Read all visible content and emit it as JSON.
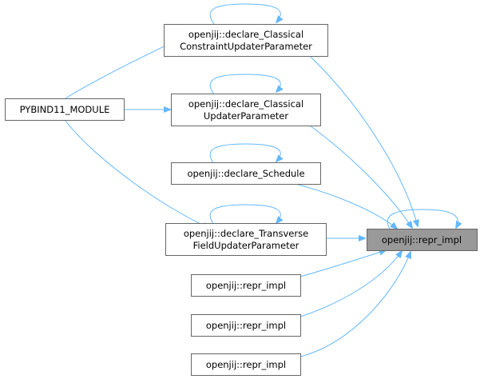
{
  "graph": {
    "title": "Caller graph for openjij::repr_impl",
    "edge_color": "#63b8ff",
    "nodes": {
      "pybind": {
        "label_lines": [
          "PYBIND11_MODULE"
        ]
      },
      "classical_constraint": {
        "label_lines": [
          "openjij::declare_Classical",
          "ConstraintUpdaterParameter"
        ]
      },
      "classical_updater": {
        "label_lines": [
          "openjij::declare_Classical",
          "UpdaterParameter"
        ]
      },
      "schedule": {
        "label_lines": [
          "openjij::declare_Schedule"
        ]
      },
      "transverse": {
        "label_lines": [
          "openjij::declare_Transverse",
          "FieldUpdaterParameter"
        ]
      },
      "repr_a": {
        "label_lines": [
          "openjij::repr_impl"
        ]
      },
      "repr_b": {
        "label_lines": [
          "openjij::repr_impl"
        ]
      },
      "repr_c": {
        "label_lines": [
          "openjij::repr_impl"
        ]
      },
      "target": {
        "label_lines": [
          "openjij::repr_impl"
        ],
        "highlighted": true
      }
    }
  }
}
